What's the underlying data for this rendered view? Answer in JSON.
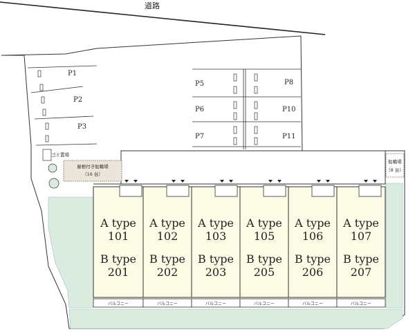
{
  "road": {
    "label": "道路"
  },
  "parking": {
    "left_spaces": [
      "P1",
      "P2",
      "P3"
    ],
    "right_spaces_col1": [
      "P5",
      "P6",
      "P7"
    ],
    "right_spaces_col2": [
      "P8",
      "P10",
      "P11"
    ]
  },
  "facilities": {
    "garbage": "ゴミ置場",
    "covered_bike": {
      "line1": "屋根付き駐輪場",
      "line2": "（16 台）"
    },
    "bike": {
      "line1": "駐輪場",
      "line2": "（8 台）"
    }
  },
  "units": [
    {
      "a_type": "A type",
      "a_num": "101",
      "b_type": "B type",
      "b_num": "201",
      "balcony": "バルコニー"
    },
    {
      "a_type": "A type",
      "a_num": "102",
      "b_type": "B type",
      "b_num": "202",
      "balcony": "バルコニー"
    },
    {
      "a_type": "A type",
      "a_num": "103",
      "b_type": "B type",
      "b_num": "203",
      "balcony": "バルコニー"
    },
    {
      "a_type": "A type",
      "a_num": "105",
      "b_type": "B type",
      "b_num": "205",
      "balcony": "バルコニー"
    },
    {
      "a_type": "A type",
      "a_num": "106",
      "b_type": "B type",
      "b_num": "206",
      "balcony": "バルコニー"
    },
    {
      "a_type": "A type",
      "a_num": "107",
      "b_type": "B type",
      "b_num": "207",
      "balcony": "バルコニー"
    }
  ],
  "colors": {
    "unit_fill": "#fbfbe6",
    "green_area": "#d9ecdf",
    "covered_bike_fill": "#ece6da",
    "line": "#333333"
  }
}
